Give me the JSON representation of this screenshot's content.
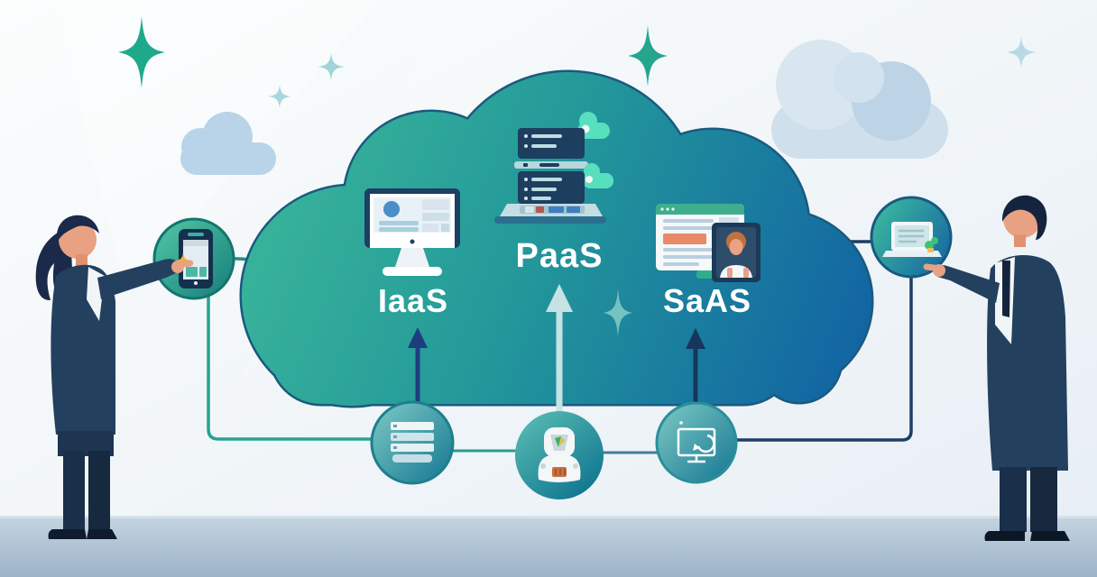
{
  "diagram": {
    "labels": {
      "iaas": "IaaS",
      "paas": "PaaS",
      "saas": "SaAS"
    },
    "cloud_nodes": [
      {
        "id": "iaas",
        "label": "IaaS",
        "icon": "desktop-monitor-icon"
      },
      {
        "id": "paas",
        "label": "PaaS",
        "icon": "server-stack-cloud-icon"
      },
      {
        "id": "saas",
        "label": "SaAS",
        "icon": "browser-user-window-icon"
      }
    ],
    "edge_nodes": {
      "left": "smartphone-icon",
      "right": "laptop-icon",
      "bottom_left": "server-rack-icon",
      "bottom_center": "user-figure-icon",
      "bottom_right": "monitor-sync-icon"
    },
    "figures": {
      "left": "businesswoman",
      "right": "businessman"
    }
  },
  "colors": {
    "background": "#f2f7f9",
    "cloud_gradient_start": "#3cb89a",
    "cloud_gradient_mid": "#23999a",
    "cloud_gradient_end": "#1162a3",
    "cloud_outline": "#1a5a7e",
    "accent_green": "#1fa98b",
    "mint_green": "#57dfbe",
    "navy": "#16355c",
    "arrow_dark_blue": "#1e3c7e",
    "arrow_light_cyan": "#c6e2e4",
    "connector_teal": "#25a392",
    "connector_navy": "#1c3f63",
    "light_cloud": "#c3d9ea",
    "floor": "#aec3d3",
    "suit_navy": "#24405f",
    "skin": "#e9a183"
  }
}
